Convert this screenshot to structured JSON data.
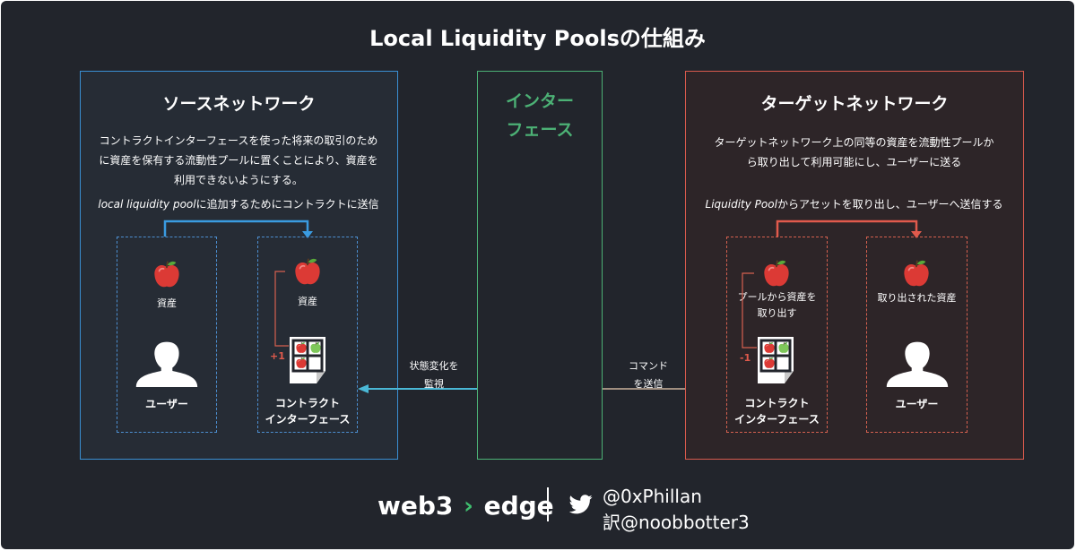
{
  "title": "Local Liquidity Poolsの仕組み",
  "source": {
    "title": "ソースネットワーク",
    "desc_lines": [
      "コントラクトインターフェースを使った将来の取引のため",
      "に資産を保有する流動性プールに置くことにより、資産を",
      "利用できないようにする。"
    ],
    "send_italic": "local liquidity pool",
    "send_rest": "に追加するためにコントラクトに送信",
    "asset_label": "資産",
    "user_label": "ユーザー",
    "contract_asset_label": "資産",
    "plus_one": "+1",
    "contract_line1": "コントラクト",
    "contract_line2": "インターフェース"
  },
  "interface": {
    "title_line1": "インター",
    "title_line2": "フェース",
    "monitor_line1": "状態変化を",
    "monitor_line2": "監視",
    "command_line1": "コマンド",
    "command_line2": "を送信"
  },
  "target": {
    "title": "ターゲットネットワーク",
    "desc_lines": [
      "ターゲットネットワーク上の同等の資産を流動性プールか",
      "ら取り出して利用可能にし、ユーザーに送る"
    ],
    "send_italic": "Liquidity Pool",
    "send_rest": "からアセットを取り出し、ユーザーへ送信する",
    "pull_line1": "プールから資産を",
    "pull_line2": "取り出す",
    "minus_one": "-1",
    "contract_line1": "コントラクト",
    "contract_line2": "インターフェース",
    "taken_label": "取り出された資産",
    "user_label": "ユーザー"
  },
  "footer": {
    "brand_left": "web3",
    "brand_right": "edge",
    "handle1": "@0xPhillan",
    "handle2": "訳@noobbotter3"
  },
  "icons": [
    "apple-icon",
    "user-icon",
    "contract-icon",
    "twitter-icon",
    "chevron-right-icon"
  ],
  "colors": {
    "background": "#22252c",
    "source_accent": "#3a8fd3",
    "interface_accent": "#4cb175",
    "target_accent": "#d85a4d",
    "plus_minus": "#e05a4c",
    "monitor_arrow": "#4ab8d6",
    "command_arrow": "#a08f80"
  }
}
